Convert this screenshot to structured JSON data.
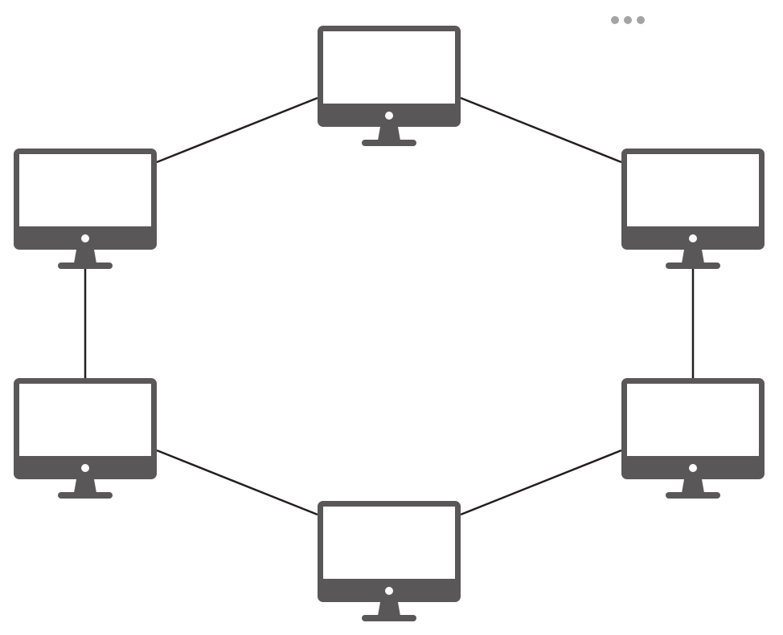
{
  "diagram": {
    "type": "ring-network-topology",
    "colors": {
      "monitor": "#5a5758",
      "screen": "#ffffff",
      "link": "#231f20",
      "menu_dots": "#a4a4a4"
    },
    "icons": {
      "node": "desktop-monitor-icon",
      "menu": "more-horizontal-icon"
    },
    "nodes": [
      {
        "id": "top"
      },
      {
        "id": "upper-right"
      },
      {
        "id": "lower-right"
      },
      {
        "id": "bottom"
      },
      {
        "id": "lower-left"
      },
      {
        "id": "upper-left"
      }
    ],
    "links": [
      {
        "from": "top",
        "to": "upper-right"
      },
      {
        "from": "upper-right",
        "to": "lower-right"
      },
      {
        "from": "lower-right",
        "to": "bottom"
      },
      {
        "from": "bottom",
        "to": "lower-left"
      },
      {
        "from": "lower-left",
        "to": "upper-left"
      },
      {
        "from": "upper-left",
        "to": "top"
      }
    ]
  }
}
